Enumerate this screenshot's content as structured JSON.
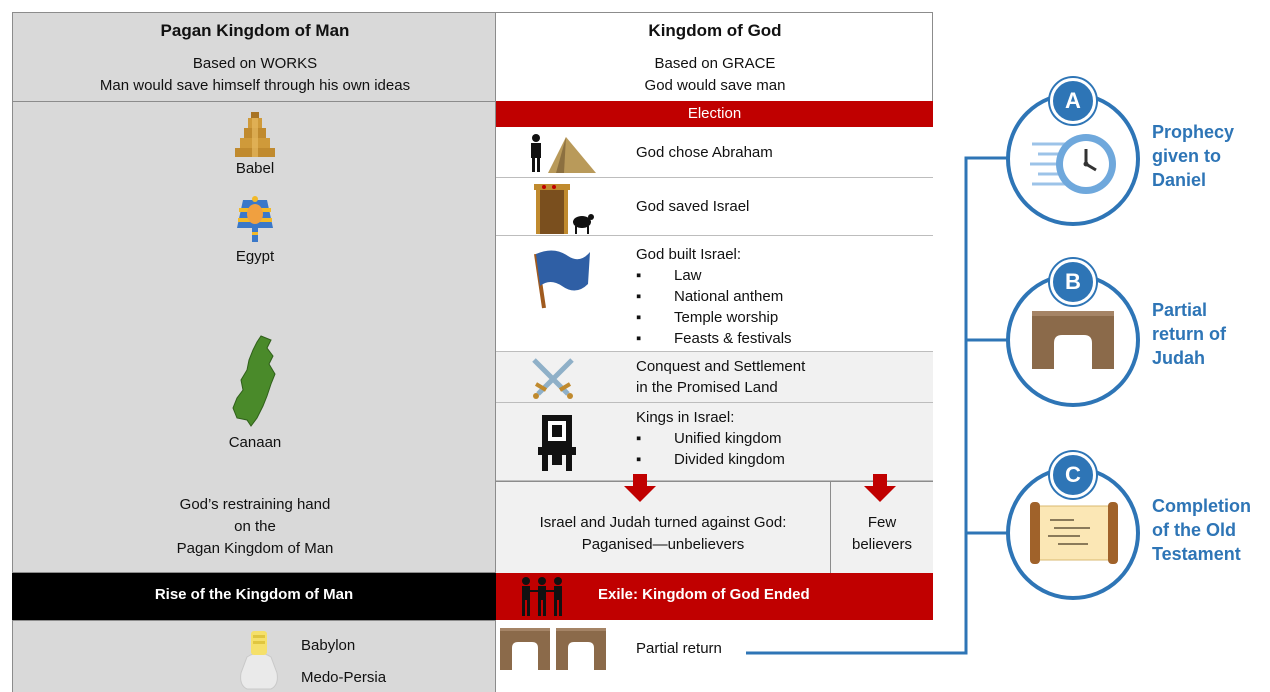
{
  "pagan": {
    "title": "Pagan Kingdom of Man",
    "subtitle_1": "Based on WORKS",
    "subtitle_2": "Man would save himself through his own ideas",
    "babel": "Babel",
    "egypt": "Egypt",
    "canaan": "Canaan",
    "restraint_1": "God’s restraining hand",
    "restraint_2": "on the",
    "restraint_3": "Pagan Kingdom of Man",
    "rise": "Rise of the Kingdom of Man",
    "babylon": "Babylon",
    "medo_persia": "Medo-Persia"
  },
  "god": {
    "title": "Kingdom of God",
    "subtitle_1": "Based on GRACE",
    "subtitle_2": "God would save man",
    "election": "Election",
    "abraham": "God chose Abraham",
    "saved": "God saved Israel",
    "built": "God built Israel:",
    "built_items": [
      "Law",
      "National anthem",
      "Temple worship",
      "Feasts & festivals"
    ],
    "conquest_1": "Conquest and Settlement",
    "conquest_2": "in the Promised Land",
    "kings": "Kings in Israel:",
    "kings_items": [
      "Unified kingdom",
      "Divided kingdom"
    ],
    "turned_1": "Israel and Judah turned against God:",
    "turned_2": "Paganised—unbelievers",
    "few_1": "Few",
    "few_2": "believers",
    "exile": "Exile: Kingdom of God Ended",
    "partial": "Partial return"
  },
  "timeline": [
    {
      "letter": "A",
      "label_1": "Prophecy",
      "label_2": "given to",
      "label_3": "Daniel"
    },
    {
      "letter": "B",
      "label_1": "Partial",
      "label_2": "return of",
      "label_3": "Judah"
    },
    {
      "letter": "C",
      "label_1": "Completion",
      "label_2": "of the Old",
      "label_3": "Testament"
    }
  ],
  "colors": {
    "accent": "#2e75b6",
    "red": "#c00000",
    "grey": "#d9d9d9",
    "black": "#000000"
  }
}
